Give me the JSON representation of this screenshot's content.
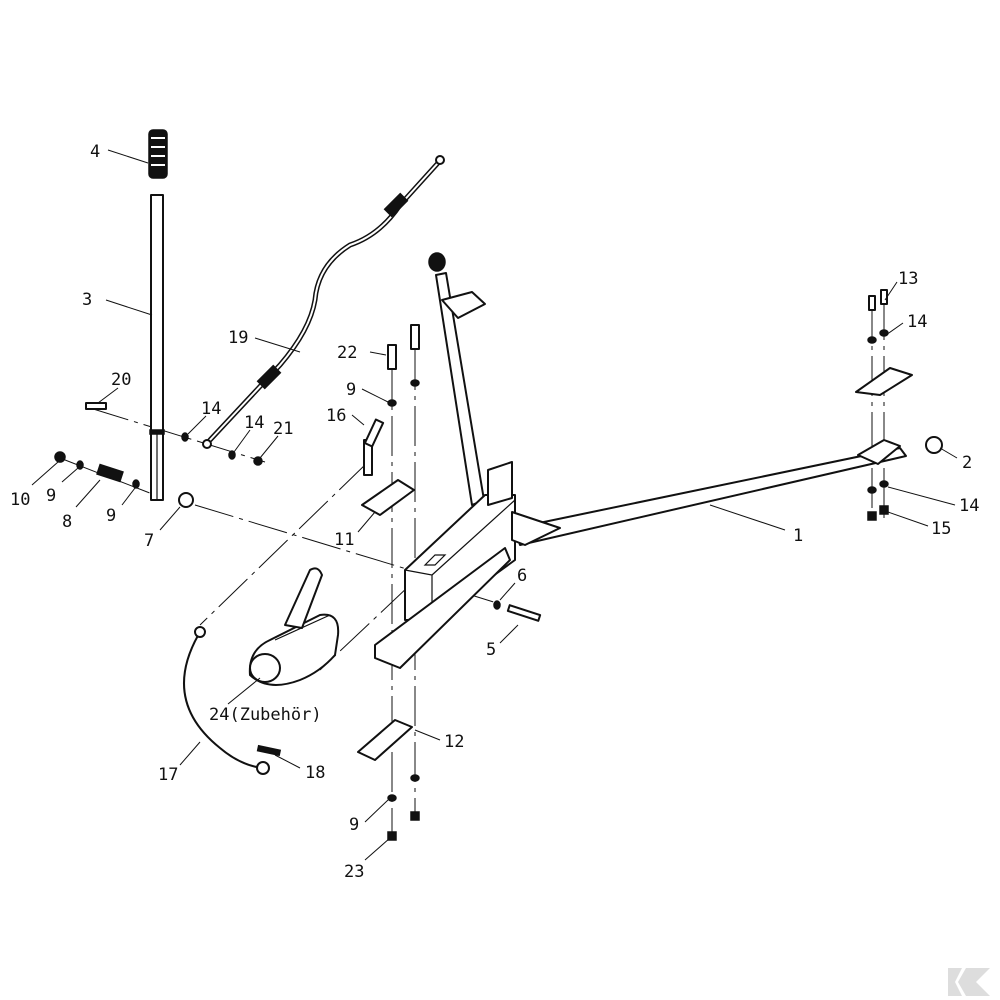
{
  "colors": {
    "line": "#111111",
    "background": "#ffffff",
    "watermark": "#dddddd"
  },
  "parts": {
    "p1": "1",
    "p2": "2",
    "p3": "3",
    "p4": "4",
    "p5": "5",
    "p6": "6",
    "p7": "7",
    "p8": "8",
    "p9a": "9",
    "p9b": "9",
    "p9c": "9",
    "p9d": "9",
    "p10": "10",
    "p11": "11",
    "p12": "12",
    "p13": "13",
    "p14a": "14",
    "p14b": "14",
    "p14c": "14",
    "p14d": "14",
    "p15": "15",
    "p16": "16",
    "p17": "17",
    "p18": "18",
    "p19": "19",
    "p20": "20",
    "p21": "21",
    "p22": "22",
    "p23": "23",
    "p24": "24(Zubehör)"
  }
}
